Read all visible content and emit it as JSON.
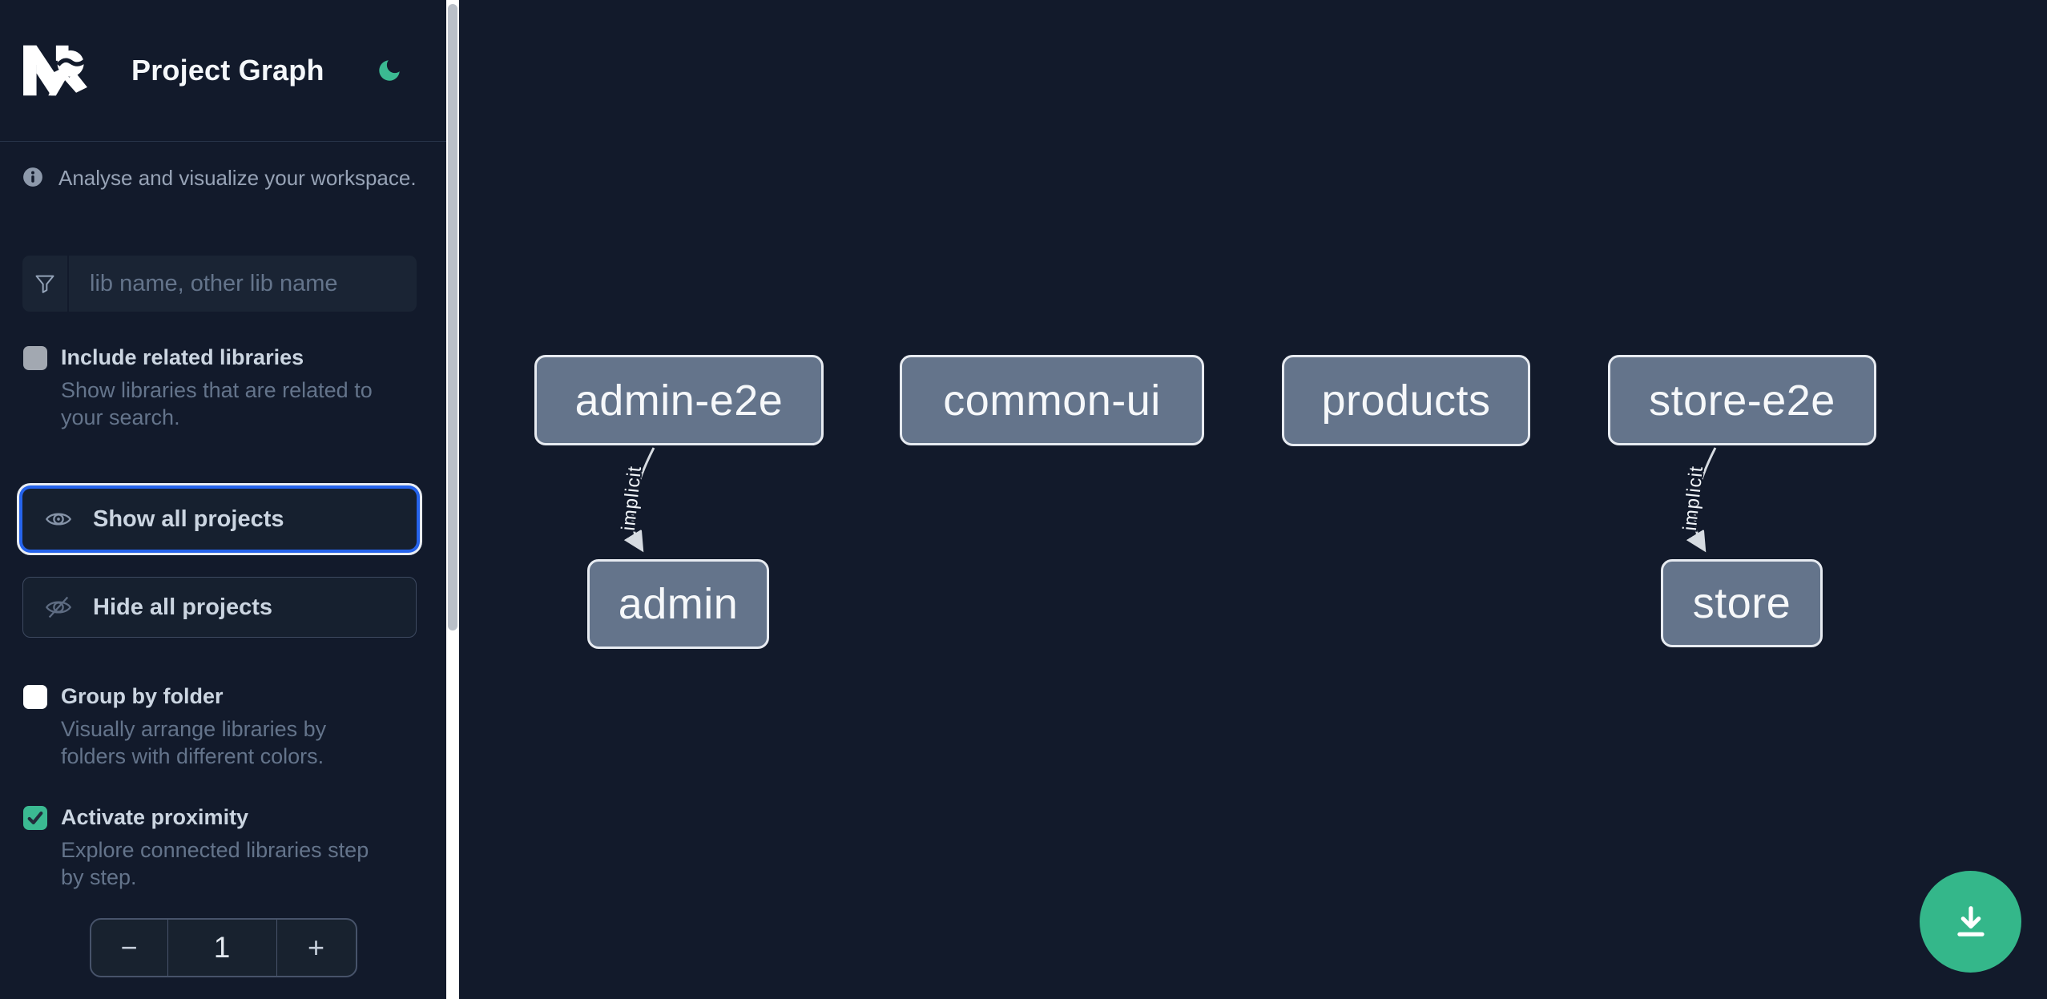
{
  "app": {
    "title": "Project Graph",
    "logo_name": "Nx",
    "colors": {
      "background": "#121A2B",
      "accent_green": "#3BBA92",
      "focus_blue": "#2563EB",
      "node_fill": "#64748B",
      "node_border": "#E7EBF1",
      "edge_color": "#D6DBE1"
    }
  },
  "sidebar": {
    "info_text": "Analyse and visualize your workspace.",
    "search": {
      "placeholder": "lib name, other lib name",
      "value": ""
    },
    "toggles": [
      {
        "label": "Include related libraries",
        "description": "Show libraries that are related to your search.",
        "checked": false
      },
      {
        "label": "Group by folder",
        "description": "Visually arrange libraries by folders with different colors.",
        "checked": false
      },
      {
        "label": "Activate proximity",
        "description": "Explore connected libraries step by step.",
        "checked": true
      }
    ],
    "buttons": {
      "show_all": "Show all projects",
      "hide_all": "Hide all projects"
    },
    "stepper": {
      "decrement": "−",
      "value": "1",
      "increment": "+"
    }
  },
  "graph": {
    "nodes": [
      {
        "label": "admin-e2e"
      },
      {
        "label": "common-ui"
      },
      {
        "label": "products"
      },
      {
        "label": "store-e2e"
      },
      {
        "label": "admin"
      },
      {
        "label": "store"
      }
    ],
    "edges": [
      {
        "from": "admin-e2e",
        "to": "admin",
        "label": "implicit"
      },
      {
        "from": "store-e2e",
        "to": "store",
        "label": "implicit"
      }
    ]
  },
  "fab": {
    "icon": "download"
  }
}
